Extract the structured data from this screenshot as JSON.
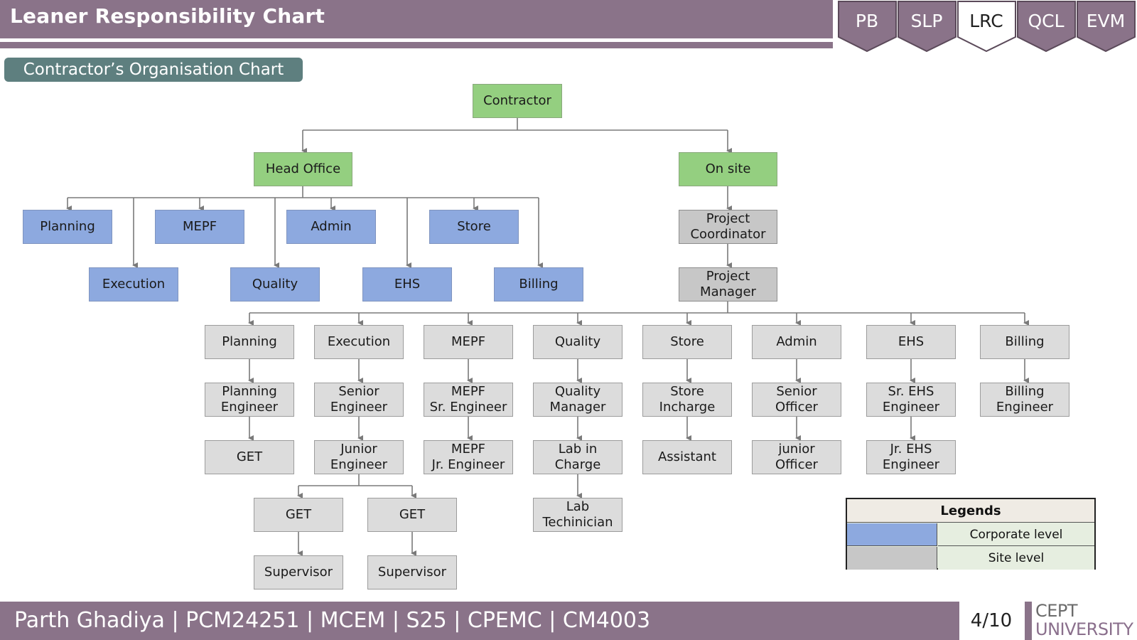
{
  "header": {
    "title": "Leaner Responsibility Chart",
    "tabs": [
      {
        "label": "PB",
        "active": false
      },
      {
        "label": "SLP",
        "active": false
      },
      {
        "label": "LRC",
        "active": true
      },
      {
        "label": "QCL",
        "active": false
      },
      {
        "label": "EVM",
        "active": false
      }
    ]
  },
  "subtitle": "Contractor’s Organisation Chart",
  "org_chart": {
    "root": "Contractor",
    "head_office": {
      "label": "Head Office",
      "departments": [
        "Planning",
        "Execution",
        "MEPF",
        "Quality",
        "Admin",
        "EHS",
        "Store",
        "Billing"
      ]
    },
    "on_site": {
      "label": "On site",
      "project_coordinator": "Project\nCoordinator",
      "project_manager": "Project\nManager",
      "columns": [
        {
          "dept": "Planning",
          "roles": [
            "Planning\nEngineer",
            "GET"
          ]
        },
        {
          "dept": "Execution",
          "roles": [
            "Senior\nEngineer",
            "Junior\nEngineer"
          ],
          "sub": [
            {
              "role": "GET",
              "child": "Supervisor"
            },
            {
              "role": "GET",
              "child": "Supervisor"
            }
          ]
        },
        {
          "dept": "MEPF",
          "roles": [
            "MEPF\nSr. Engineer",
            "MEPF\nJr. Engineer"
          ]
        },
        {
          "dept": "Quality",
          "roles": [
            "Quality\nManager",
            "Lab in\nCharge",
            "Lab\nTechinician"
          ]
        },
        {
          "dept": "Store",
          "roles": [
            "Store\nIncharge",
            "Assistant"
          ]
        },
        {
          "dept": "Admin",
          "roles": [
            "Senior\nOfficer",
            "junior\nOfficer"
          ]
        },
        {
          "dept": "EHS",
          "roles": [
            "Sr. EHS\nEngineer",
            "Jr. EHS\nEngineer"
          ]
        },
        {
          "dept": "Billing",
          "roles": [
            "Billing\nEngineer"
          ]
        }
      ]
    }
  },
  "legend": {
    "title": "Legends",
    "items": [
      {
        "label": "Corporate level",
        "color": "#8da9df"
      },
      {
        "label": "Site level",
        "color": "#c7c7c7"
      }
    ]
  },
  "footer": {
    "text": "Parth Ghadiya | PCM24251 | MCEM | S25 | CPEMC | CM4003",
    "page": "4/10",
    "logo_line1": "CEPT",
    "logo_line2": "UNIVERSITY"
  },
  "colors": {
    "header_bar": "#8a7389",
    "subtitle_bg": "#5e7f7f",
    "root_green": "#94cf80",
    "corporate_blue": "#8da9df",
    "site_gray": "#c7c7c7",
    "site_light": "#dcdcdc",
    "connector": "#7a7a7a"
  }
}
